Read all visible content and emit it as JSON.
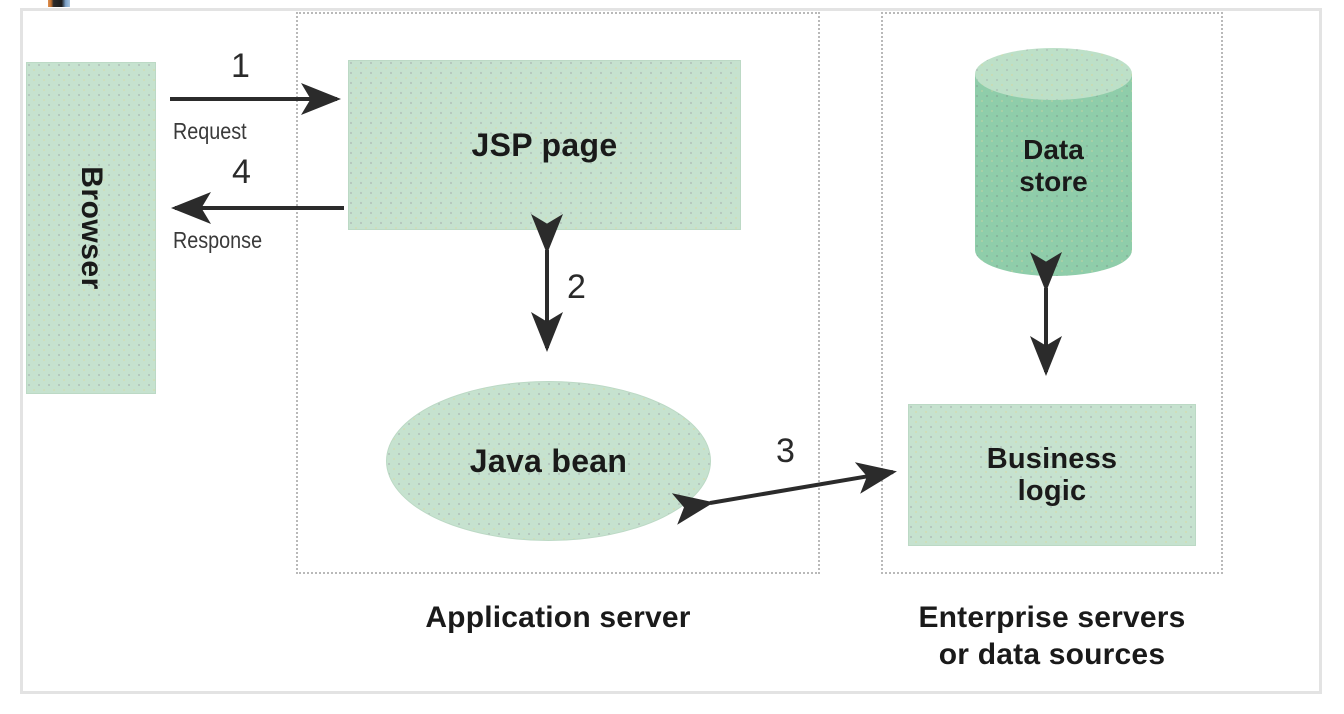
{
  "diagram": {
    "title_implied": "JSP application architecture",
    "accent_fill": "#c6e2cf",
    "accent_fill_dark": "#8fcdaa",
    "accent_fill_light": "#bde0c8",
    "frame_color": "#e3e3e3",
    "zone_border_color": "#b9b9b9",
    "arrow_color": "#2b2b2b",
    "text_color": "#1a1a1a"
  },
  "nodes": {
    "browser": "Browser",
    "jsp_page": "JSP page",
    "java_bean": "Java bean",
    "data_store": "Data\nstore",
    "data_store_line1": "Data",
    "data_store_line2": "store",
    "business_logic_line1": "Business",
    "business_logic_line2": "logic"
  },
  "zones": {
    "application_server": "Application server",
    "enterprise_line1": "Enterprise servers",
    "enterprise_line2": "or data sources"
  },
  "flows": [
    {
      "number": "1",
      "label": "Request",
      "from": "browser",
      "to": "jsp_page",
      "direction": "right"
    },
    {
      "number": "4",
      "label": "Response",
      "from": "jsp_page",
      "to": "browser",
      "direction": "left"
    },
    {
      "number": "2",
      "label": "",
      "from": "jsp_page",
      "to": "java_bean",
      "direction": "both"
    },
    {
      "number": "3",
      "label": "",
      "from": "java_bean",
      "to": "business_logic",
      "direction": "both"
    },
    {
      "number": "",
      "label": "",
      "from": "business_logic",
      "to": "data_store",
      "direction": "both"
    }
  ]
}
